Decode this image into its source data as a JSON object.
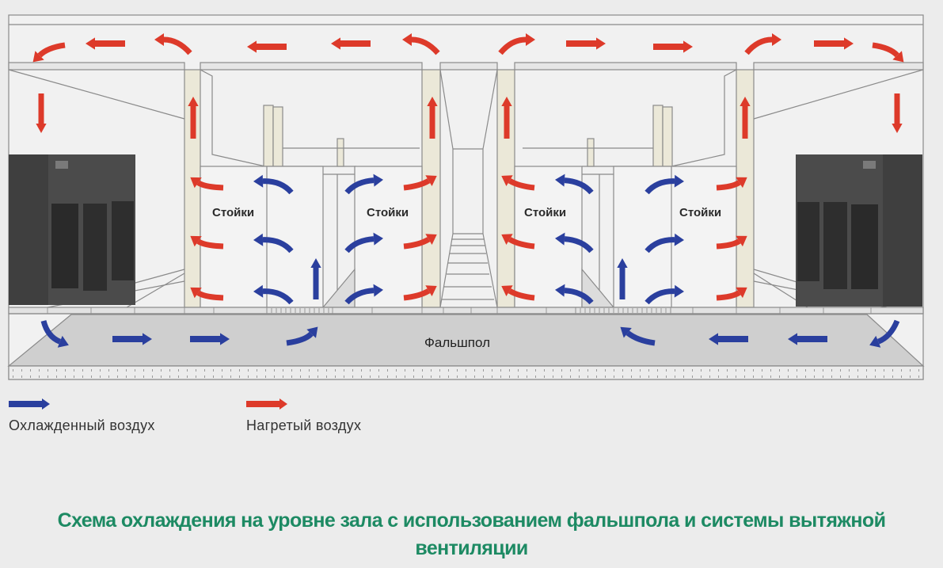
{
  "diagram": {
    "labels": {
      "racks": [
        "Стойки",
        "Стойки",
        "Стойки",
        "Стойки"
      ],
      "raised_floor": "Фальшпол"
    },
    "legend": {
      "cold_air": {
        "label": "Охлажденный воздух",
        "color": "#2a3f9e"
      },
      "hot_air": {
        "label": "Нагретый воздух",
        "color": "#dd3a2a"
      }
    },
    "caption": "Схема охлаждения на уровне зала с использованием фальшпола и системы вытяжной вентиляции",
    "colors": {
      "background": "#ececec",
      "panel": "#f1f1f1",
      "duct": "#ebe8d8",
      "floor": "#cfcfcf",
      "crac": "#4b4b4b",
      "line": "#8a8a8a",
      "caption": "#1d8a63"
    }
  }
}
